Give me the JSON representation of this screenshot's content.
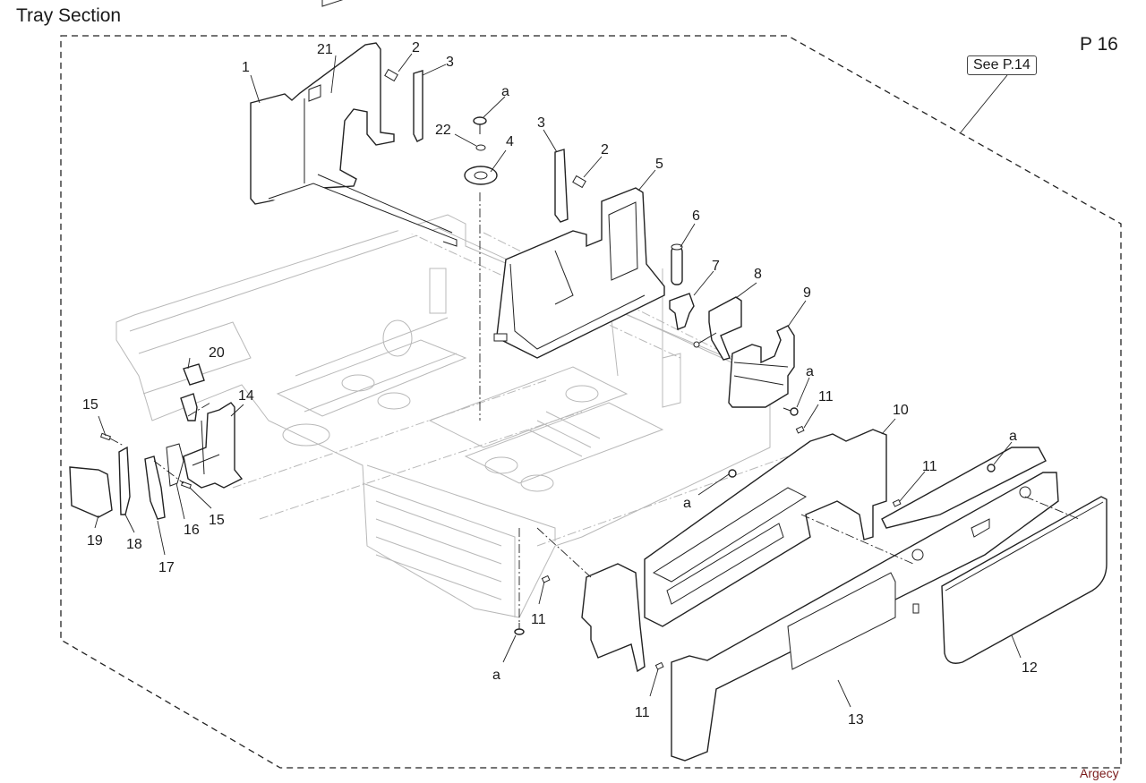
{
  "header": {
    "title": "Tray Section",
    "page_number": "P 16",
    "cross_reference": "See P.14"
  },
  "watermark": "Argecy",
  "callouts": [
    {
      "id": "1",
      "label": "1"
    },
    {
      "id": "2a",
      "label": "2"
    },
    {
      "id": "3a",
      "label": "3"
    },
    {
      "id": "21",
      "label": "21"
    },
    {
      "id": "a1",
      "label": "a"
    },
    {
      "id": "22",
      "label": "22"
    },
    {
      "id": "4",
      "label": "4"
    },
    {
      "id": "3b",
      "label": "3"
    },
    {
      "id": "2b",
      "label": "2"
    },
    {
      "id": "5",
      "label": "5"
    },
    {
      "id": "6",
      "label": "6"
    },
    {
      "id": "7",
      "label": "7"
    },
    {
      "id": "8",
      "label": "8"
    },
    {
      "id": "9",
      "label": "9"
    },
    {
      "id": "a2",
      "label": "a"
    },
    {
      "id": "11a",
      "label": "11"
    },
    {
      "id": "10",
      "label": "10"
    },
    {
      "id": "11b",
      "label": "11"
    },
    {
      "id": "a3",
      "label": "a"
    },
    {
      "id": "a4",
      "label": "a"
    },
    {
      "id": "12",
      "label": "12"
    },
    {
      "id": "13",
      "label": "13"
    },
    {
      "id": "11c",
      "label": "11"
    },
    {
      "id": "11d",
      "label": "11"
    },
    {
      "id": "a5",
      "label": "a"
    },
    {
      "id": "20",
      "label": "20"
    },
    {
      "id": "14",
      "label": "14"
    },
    {
      "id": "15a",
      "label": "15"
    },
    {
      "id": "15b",
      "label": "15"
    },
    {
      "id": "16",
      "label": "16"
    },
    {
      "id": "17",
      "label": "17"
    },
    {
      "id": "18",
      "label": "18"
    },
    {
      "id": "19",
      "label": "19"
    }
  ]
}
